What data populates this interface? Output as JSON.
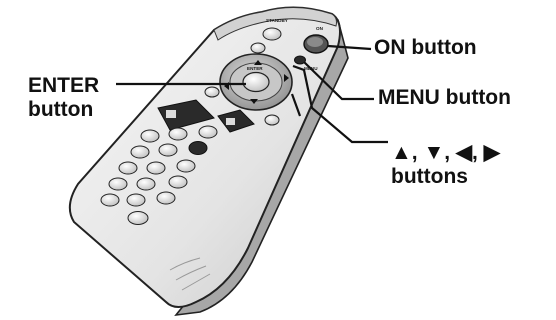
{
  "callouts": {
    "on_button": "ON button",
    "menu_button": "MENU button",
    "enter_button_line1": "ENTER",
    "enter_button_line2": "button",
    "arrow_buttons_line1": "▲, ▼, ◀, ▶",
    "arrow_buttons_line2": "buttons"
  },
  "remote": {
    "on_key": "ON",
    "standby_key": "STANDBY",
    "enter_key": "ENTER",
    "menu_key": "MENU"
  },
  "colors": {
    "line": "#111111",
    "remote_body": "#e9e9e9",
    "remote_dark": "#2a2a2a"
  }
}
